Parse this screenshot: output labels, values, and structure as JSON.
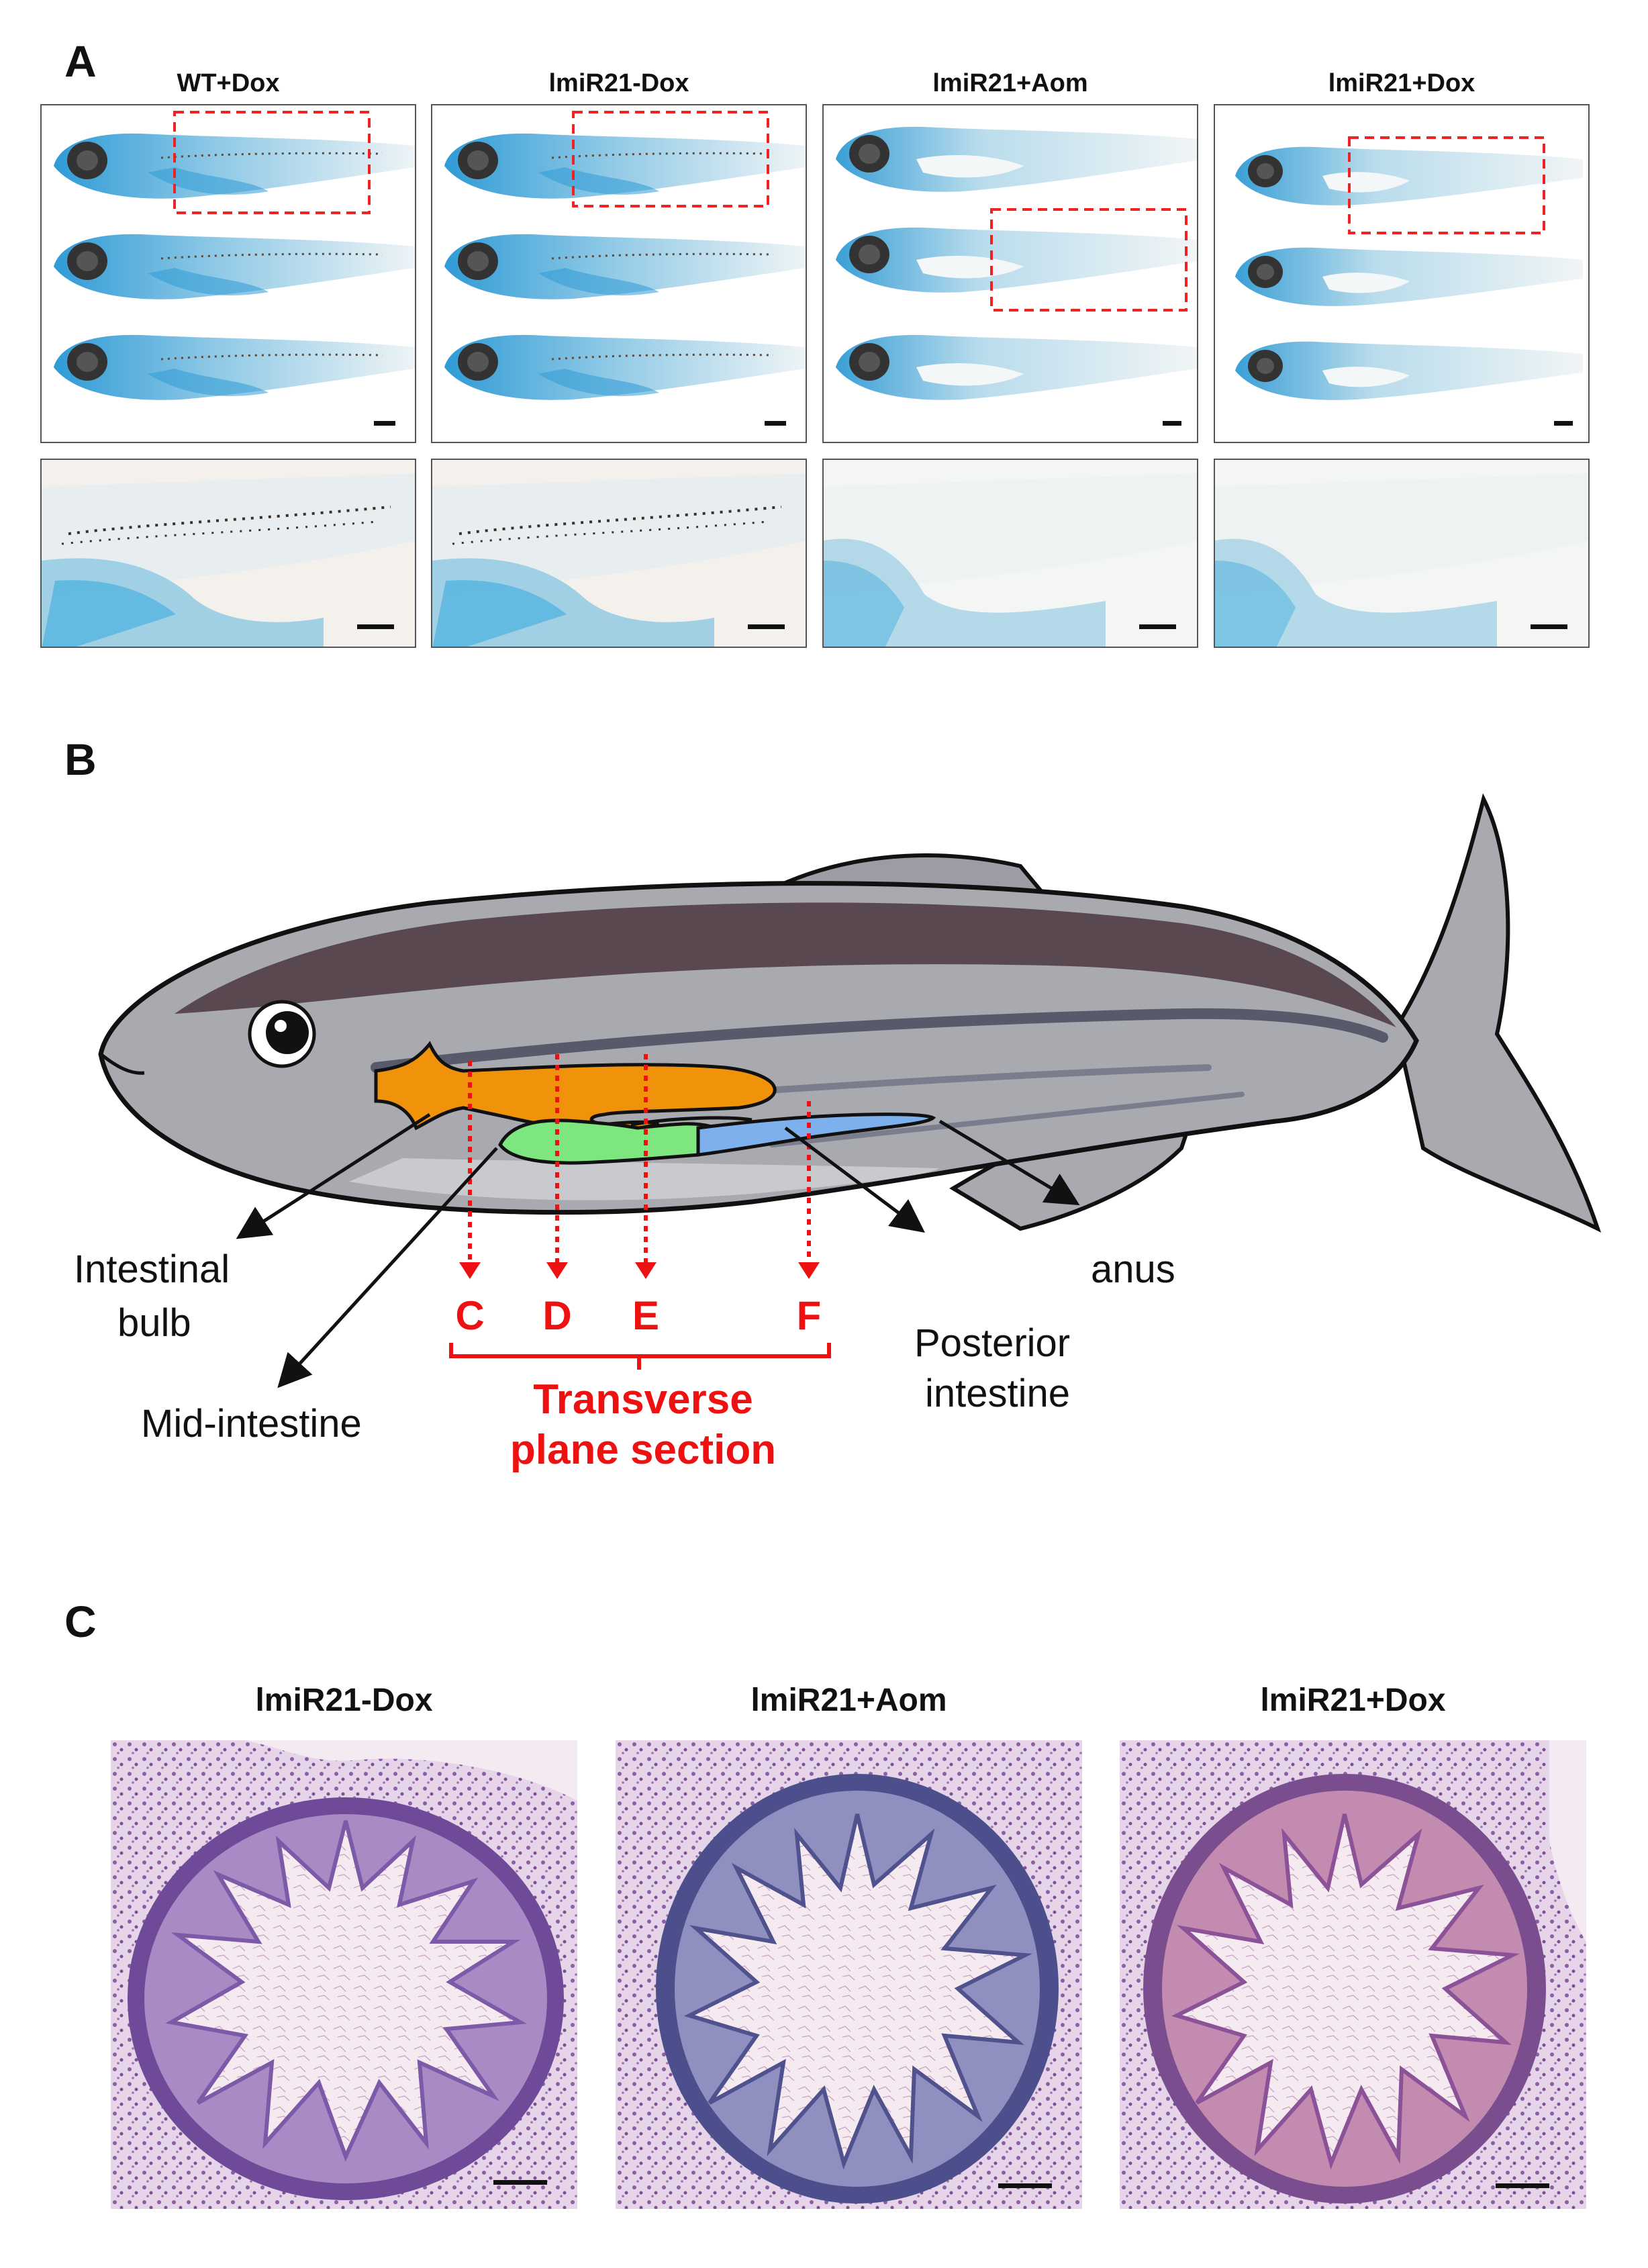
{
  "panels": {
    "a": {
      "letter": "A",
      "columns": [
        {
          "title": "WT+Dox"
        },
        {
          "title": "lmiR21-Dox"
        },
        {
          "title": "lmiR21+Aom"
        },
        {
          "title": "lmiR21+Dox"
        }
      ]
    },
    "b": {
      "letter": "B",
      "labels": {
        "intestinal_bulb_1": "Intestinal",
        "intestinal_bulb_2": "bulb",
        "mid_intestine": "Mid-intestine",
        "posterior_1": "Posterior",
        "posterior_2": "intestine",
        "anus": "anus",
        "section_c": "C",
        "section_d": "D",
        "section_e": "E",
        "section_f": "F",
        "transverse_1": "Transverse",
        "transverse_2": "plane section"
      },
      "colors": {
        "intestinal_bulb": "#f0920a",
        "mid_intestine": "#7ee67e",
        "posterior_intestine": "#7fb0ee",
        "section_marker": "#ee1111",
        "fish_dark": "#5a4850",
        "fish_body": "#a9aab0"
      }
    },
    "c": {
      "letter": "C",
      "columns": [
        {
          "title": "lmiR21-Dox"
        },
        {
          "title": "lmiR21+Aom"
        },
        {
          "title": "lmiR21+Dox"
        }
      ]
    }
  }
}
